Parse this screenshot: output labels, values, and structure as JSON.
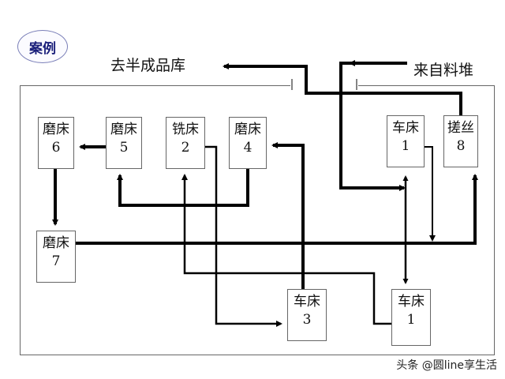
{
  "badge": "案例",
  "external": {
    "to_warehouse": "去半成品库",
    "from_stock": "来自料堆"
  },
  "machines": {
    "grind6": {
      "name": "磨床",
      "num": "6"
    },
    "grind5": {
      "name": "磨床",
      "num": "5"
    },
    "mill2": {
      "name": "铣床",
      "num": "2"
    },
    "grind4": {
      "name": "磨床",
      "num": "4"
    },
    "lathe1_top": {
      "name": "车床",
      "num": "1"
    },
    "thread8": {
      "name": "搓丝",
      "num": "8"
    },
    "grind7": {
      "name": "磨床",
      "num": "7"
    },
    "lathe3": {
      "name": "车床",
      "num": "3"
    },
    "lathe1_bottom": {
      "name": "车床",
      "num": "1"
    }
  },
  "watermark": "头条 @圆line享生活"
}
